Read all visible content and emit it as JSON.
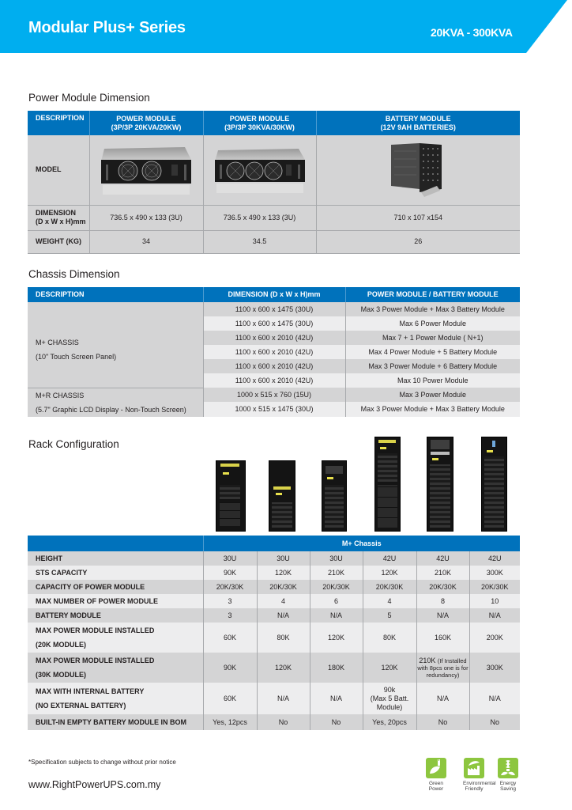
{
  "header": {
    "title": "Modular Plus+ Series",
    "range": "20KVA - 300KVA",
    "color": "#00AEEF"
  },
  "power_module": {
    "section_title": "Power Module Dimension",
    "columns": [
      "DESCRIPTION",
      "POWER MODULE\n(3P/3P 20KVA/20KW)",
      "POWER MODULE\n(3P/3P 30KVA/30KW)",
      "BATTERY MODULE\n(12V 9AH BATTERIES)"
    ],
    "col_head": [
      {
        "line1": "POWER MODULE",
        "line2": "(3P/3P 20KVA/20KW)"
      },
      {
        "line1": "POWER MODULE",
        "line2": "(3P/3P 30KVA/30KW)"
      },
      {
        "line1": "BATTERY MODULE",
        "line2": "(12V 9AH BATTERIES)"
      }
    ],
    "desc_head": "DESCRIPTION",
    "rows": {
      "model": {
        "label": "MODEL",
        "images": [
          "power-module-20kva-image",
          "power-module-30kva-image",
          "battery-module-image"
        ]
      },
      "dimension": {
        "label_line1": "DIMENSION",
        "label_line2": "(D x W x H)mm",
        "values": [
          "736.5 x 490 x 133 (3U)",
          "736.5 x 490 x 133 (3U)",
          "710 x 107 x154"
        ]
      },
      "weight": {
        "label": "WEIGHT (KG)",
        "values": [
          "34",
          "34.5",
          "26"
        ]
      }
    }
  },
  "chassis": {
    "section_title": "Chassis Dimension",
    "headers": [
      "DESCRIPTION",
      "DIMENSION (D x W x H)mm",
      "POWER MODULE / BATTERY MODULE"
    ],
    "groups": [
      {
        "name_line1": "M+ CHASSIS",
        "name_line2": "(10\" Touch Screen Panel)",
        "rows": [
          {
            "dimension": "1100 x 600 x 1475 (30U)",
            "modules": "Max 3 Power Module + Max 3 Battery Module"
          },
          {
            "dimension": "1100 x 600 x 1475 (30U)",
            "modules": "Max 6 Power Module"
          },
          {
            "dimension": "1100 x 600 x 2010 (42U)",
            "modules": "Max 7 + 1 Power Module ( N+1)"
          },
          {
            "dimension": "1100 x 600 x 2010 (42U)",
            "modules": "Max 4 Power Module + 5 Battery Module"
          },
          {
            "dimension": "1100 x 600 x 2010 (42U)",
            "modules": "Max 3 Power Module + 6 Battery Module"
          },
          {
            "dimension": "1100 x 600 x 2010 (42U)",
            "modules": "Max 10 Power Module"
          }
        ]
      },
      {
        "name_line1": "M+R CHASSIS",
        "name_line2": "(5.7\" Graphic LCD Display - Non-Touch Screen)",
        "rows": [
          {
            "dimension": "1000 x 515 x 760 (15U)",
            "modules": "Max 3 Power Module"
          },
          {
            "dimension": "1000 x 515 x 1475 (30U)",
            "modules": "Max 3 Power Module + Max 3 Battery Module"
          }
        ]
      }
    ]
  },
  "rack": {
    "section_title": "Rack Configuration",
    "group_header": "M+ Chassis",
    "rows": [
      {
        "label": "HEIGHT",
        "values": [
          "30U",
          "30U",
          "30U",
          "42U",
          "42U",
          "42U"
        ]
      },
      {
        "label": "STS CAPACITY",
        "values": [
          "90K",
          "120K",
          "210K",
          "120K",
          "210K",
          "300K"
        ]
      },
      {
        "label": "CAPACITY OF POWER MODULE",
        "values": [
          "20K/30K",
          "20K/30K",
          "20K/30K",
          "20K/30K",
          "20K/30K",
          "20K/30K"
        ]
      },
      {
        "label": "MAX NUMBER OF POWER MODULE",
        "values": [
          "3",
          "4",
          "6",
          "4",
          "8",
          "10"
        ]
      },
      {
        "label": "BATTERY MODULE",
        "values": [
          "3",
          "N/A",
          "N/A",
          "5",
          "N/A",
          "N/A"
        ]
      },
      {
        "label_line1": "MAX POWER MODULE INSTALLED",
        "label_line2": "(20K MODULE)",
        "values": [
          "60K",
          "80K",
          "120K",
          "80K",
          "160K",
          "200K"
        ]
      },
      {
        "label_line1": "MAX POWER MODULE INSTALLED",
        "label_line2": "(30K MODULE)",
        "values": [
          "90K",
          "120K",
          "180K",
          "120K",
          "210K",
          "300K"
        ],
        "note_col4": "(If Installed with 8pcs one is for redundancy)"
      },
      {
        "label_line1": "MAX WITH INTERNAL BATTERY",
        "label_line2": "(NO EXTERNAL BATTERY)",
        "values": [
          "60K",
          "N/A",
          "N/A",
          "90k",
          "N/A",
          "N/A"
        ],
        "note_col3": "(Max 5 Batt. Module)"
      },
      {
        "label": "BUILT-IN EMPTY BATTERY MODULE IN BOM",
        "values": [
          "Yes, 12pcs",
          "No",
          "No",
          "Yes, 20pcs",
          "No",
          "No"
        ]
      }
    ]
  },
  "footer": {
    "note": "*Specification subjects to change without prior notice",
    "url": "www.RightPowerUPS.com.my",
    "eco_icons": [
      {
        "icon": "green-power-plug-leaf-icon",
        "line1": "Green",
        "line2": "Power"
      },
      {
        "icon": "environmental-factory-leaf-icon",
        "line1": "Environmental",
        "line2": "Friendly"
      },
      {
        "icon": "energy-saving-bulb-icon",
        "line1": "Energy",
        "line2": "Saving"
      }
    ],
    "eco_color": "#8DC63F"
  }
}
